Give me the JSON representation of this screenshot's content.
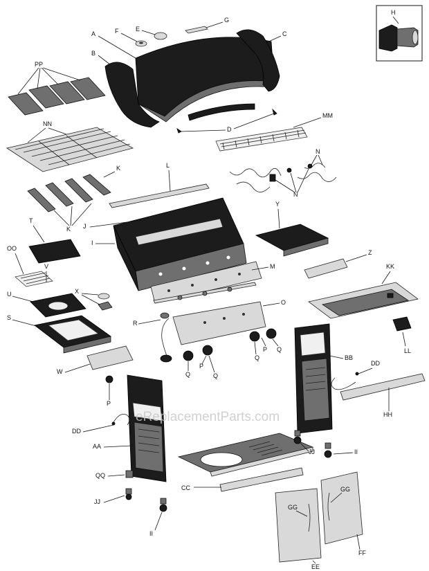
{
  "watermark": "eReplacementParts.com",
  "labels": {
    "A": "A",
    "B": "B",
    "C": "C",
    "D": "D",
    "E": "E",
    "F": "F",
    "G": "G",
    "H": "H",
    "I": "I",
    "J": "J",
    "K": "K",
    "L": "L",
    "M": "M",
    "N": "N",
    "O": "O",
    "P": "P",
    "Q": "Q",
    "R": "R",
    "S": "S",
    "T": "T",
    "U": "U",
    "V": "V",
    "W": "W",
    "X": "X",
    "Y": "Y",
    "Z": "Z",
    "AA": "AA",
    "BB": "BB",
    "CC": "CC",
    "DD": "DD",
    "EE": "EE",
    "FF": "FF",
    "GG": "GG",
    "HH": "HH",
    "II": "II",
    "JJ": "JJ",
    "KK": "KK",
    "LL": "LL",
    "MM": "MM",
    "NN": "NN",
    "OO": "OO",
    "PP": "PP",
    "QQ": "QQ"
  },
  "colors": {
    "dark": "#1c1c1c",
    "mid": "#6f6f6f",
    "light": "#d9d9d9",
    "watermark": "#c8c8c8"
  }
}
